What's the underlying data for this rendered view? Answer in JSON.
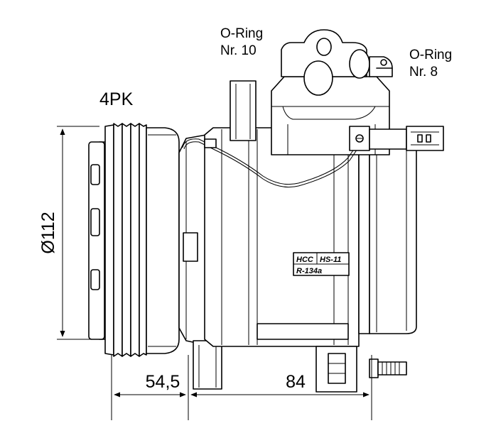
{
  "labels": {
    "oring_10_line1": "O-Ring",
    "oring_10_line2": "Nr. 10",
    "oring_8_line1": "O-Ring",
    "oring_8_line2": "Nr. 8",
    "belt": "4PK",
    "diameter": "Ø112",
    "width_pulley": "54,5",
    "width_body": "84"
  },
  "nameplate": {
    "brand": "HCC",
    "model": "HS-11",
    "refrigerant": "R-134a"
  }
}
